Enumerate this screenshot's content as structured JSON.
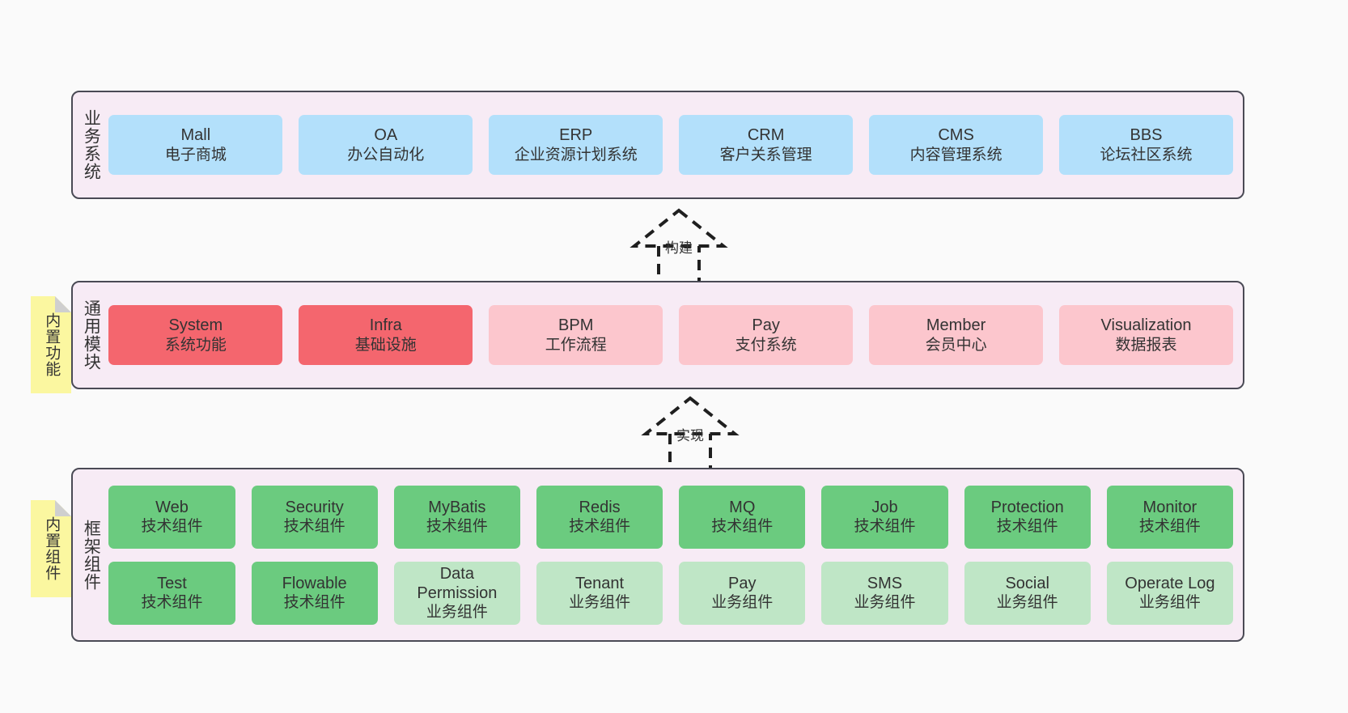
{
  "diagram": {
    "type": "layered-architecture",
    "background_color": "#fafafa",
    "layer_fill": "#f7ebf5",
    "layer_border": "#4a4a55"
  },
  "sticky_notes": [
    {
      "name": "builtin-features",
      "label": "内置功能",
      "color": "#fbf7a0"
    },
    {
      "name": "builtin-components",
      "label": "内置组件",
      "color": "#fbf7a0"
    }
  ],
  "layers": [
    {
      "id": "business",
      "caption": "业务系统",
      "rows": [
        {
          "cards": [
            {
              "en": "Mall",
              "cn": "电子商城",
              "color": "#b3e0fb",
              "style": "blue"
            },
            {
              "en": "OA",
              "cn": "办公自动化",
              "color": "#b3e0fb",
              "style": "blue"
            },
            {
              "en": "ERP",
              "cn": "企业资源计划系统",
              "color": "#b3e0fb",
              "style": "blue"
            },
            {
              "en": "CRM",
              "cn": "客户关系管理",
              "color": "#b3e0fb",
              "style": "blue"
            },
            {
              "en": "CMS",
              "cn": "内容管理系统",
              "color": "#b3e0fb",
              "style": "blue"
            },
            {
              "en": "BBS",
              "cn": "论坛社区系统",
              "color": "#b3e0fb",
              "style": "blue"
            }
          ]
        }
      ]
    },
    {
      "id": "modules",
      "caption": "通用模块",
      "rows": [
        {
          "cards": [
            {
              "en": "System",
              "cn": "系统功能",
              "color": "#f4666e",
              "style": "red"
            },
            {
              "en": "Infra",
              "cn": "基础设施",
              "color": "#f4666e",
              "style": "red"
            },
            {
              "en": "BPM",
              "cn": "工作流程",
              "color": "#fcc6cd",
              "style": "pink"
            },
            {
              "en": "Pay",
              "cn": "支付系统",
              "color": "#fcc6cd",
              "style": "pink"
            },
            {
              "en": "Member",
              "cn": "会员中心",
              "color": "#fcc6cd",
              "style": "pink"
            },
            {
              "en": "Visualization",
              "cn": "数据报表",
              "color": "#fcc6cd",
              "style": "pink"
            }
          ]
        }
      ]
    },
    {
      "id": "framework",
      "caption": "框架组件",
      "rows": [
        {
          "cards": [
            {
              "en": "Web",
              "cn": "技术组件",
              "color": "#6bcb7f",
              "style": "green"
            },
            {
              "en": "Security",
              "cn": "技术组件",
              "color": "#6bcb7f",
              "style": "green"
            },
            {
              "en": "MyBatis",
              "cn": "技术组件",
              "color": "#6bcb7f",
              "style": "green"
            },
            {
              "en": "Redis",
              "cn": "技术组件",
              "color": "#6bcb7f",
              "style": "green"
            },
            {
              "en": "MQ",
              "cn": "技术组件",
              "color": "#6bcb7f",
              "style": "green"
            },
            {
              "en": "Job",
              "cn": "技术组件",
              "color": "#6bcb7f",
              "style": "green"
            },
            {
              "en": "Protection",
              "cn": "技术组件",
              "color": "#6bcb7f",
              "style": "green"
            },
            {
              "en": "Monitor",
              "cn": "技术组件",
              "color": "#6bcb7f",
              "style": "green"
            }
          ]
        },
        {
          "cards": [
            {
              "en": "Test",
              "cn": "技术组件",
              "color": "#6bcb7f",
              "style": "green"
            },
            {
              "en": "Flowable",
              "cn": "技术组件",
              "color": "#6bcb7f",
              "style": "green"
            },
            {
              "en": "Data Permission",
              "cn": "业务组件",
              "color": "#bfe6c6",
              "style": "lightgreen"
            },
            {
              "en": "Tenant",
              "cn": "业务组件",
              "color": "#bfe6c6",
              "style": "lightgreen"
            },
            {
              "en": "Pay",
              "cn": "业务组件",
              "color": "#bfe6c6",
              "style": "lightgreen"
            },
            {
              "en": "SMS",
              "cn": "业务组件",
              "color": "#bfe6c6",
              "style": "lightgreen"
            },
            {
              "en": "Social",
              "cn": "业务组件",
              "color": "#bfe6c6",
              "style": "lightgreen"
            },
            {
              "en": "Operate Log",
              "cn": "业务组件",
              "color": "#bfe6c6",
              "style": "lightgreen"
            }
          ]
        }
      ]
    }
  ],
  "connectors": [
    {
      "id": "build",
      "label": "构建",
      "style": "dashed-hollow-triangle-arrow",
      "direction": "up"
    },
    {
      "id": "realize",
      "label": "实现",
      "style": "dashed-hollow-triangle-arrow",
      "direction": "up"
    }
  ]
}
